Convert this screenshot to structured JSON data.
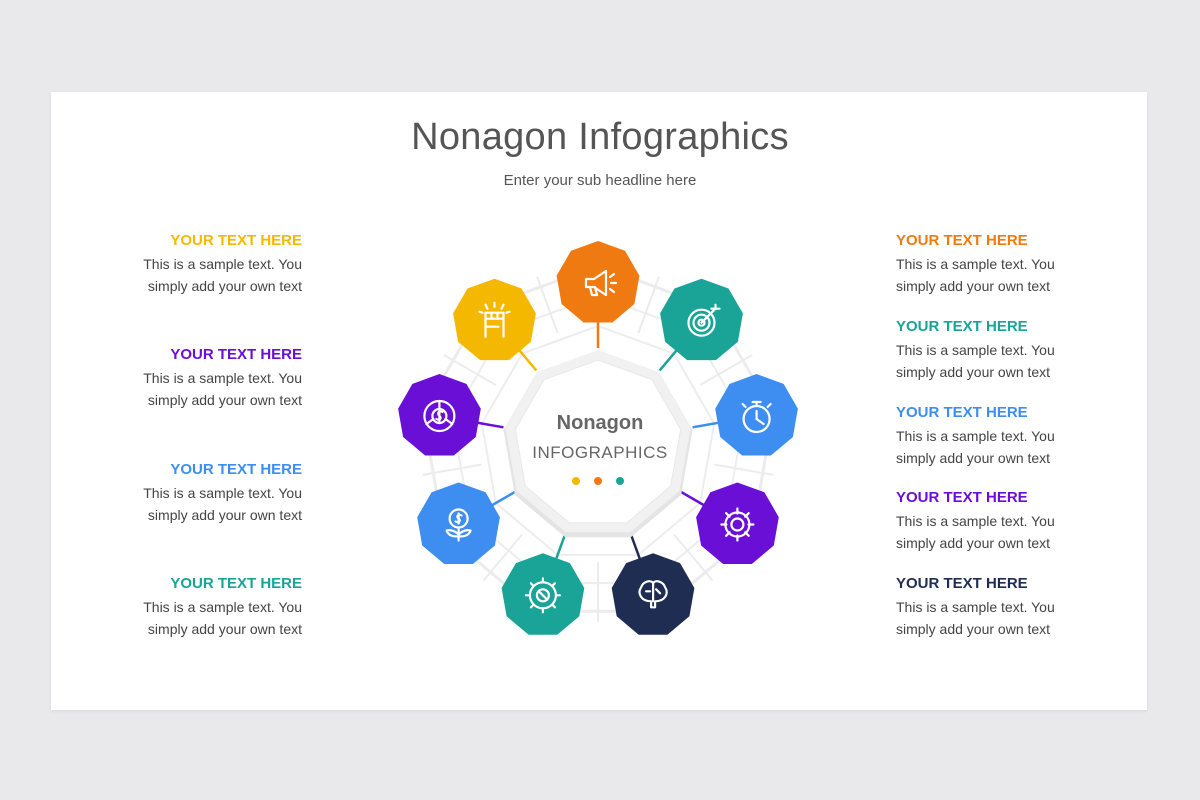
{
  "header": {
    "title": "Nonagon Infographics",
    "subtitle": "Enter your sub headline here"
  },
  "center": {
    "title": "Nonagon",
    "subtitle": "INFOGRAPHICS",
    "dot_colors": [
      "#f5b800",
      "#f07a12",
      "#1aa397"
    ]
  },
  "items_left": [
    {
      "heading": "YOUR TEXT HERE",
      "body": "This is a sample text. You simply add your own text",
      "color": "#f5b800"
    },
    {
      "heading": "YOUR TEXT HERE",
      "body": "This is a sample text. You simply add your own text",
      "color": "#6a0fd6"
    },
    {
      "heading": "YOUR TEXT HERE",
      "body": "This is a sample text. You simply add your own text",
      "color": "#3d8ef0"
    },
    {
      "heading": "YOUR TEXT HERE",
      "body": "This is a sample text. You simply add your own text",
      "color": "#1aa397"
    }
  ],
  "items_right": [
    {
      "heading": "YOUR TEXT HERE",
      "body": "This is a sample text. You simply add your own text",
      "color": "#f07a12"
    },
    {
      "heading": "YOUR TEXT HERE",
      "body": "This is a sample text. You simply add your own text",
      "color": "#1aa397"
    },
    {
      "heading": "YOUR TEXT HERE",
      "body": "This is a sample text. You simply add your own text",
      "color": "#3d8ef0"
    },
    {
      "heading": "YOUR TEXT HERE",
      "body": "This is a sample text. You simply add your own text",
      "color": "#6a0fd6"
    },
    {
      "heading": "YOUR TEXT HERE",
      "body": "This is a sample text. You simply add your own text",
      "color": "#1f2d52"
    }
  ],
  "nodes": [
    {
      "icon": "megaphone-icon",
      "color": "#f07a12"
    },
    {
      "icon": "target-icon",
      "color": "#1aa397"
    },
    {
      "icon": "stopwatch-icon",
      "color": "#3d8ef0"
    },
    {
      "icon": "gear-icon",
      "color": "#6a0fd6"
    },
    {
      "icon": "brain-icon",
      "color": "#1f2d52"
    },
    {
      "icon": "wrench-gear-icon",
      "color": "#1aa397"
    },
    {
      "icon": "money-plant-icon",
      "color": "#3d8ef0"
    },
    {
      "icon": "dollar-cycle-icon",
      "color": "#6a0fd6"
    },
    {
      "icon": "raised-fist-icon",
      "color": "#f5b800"
    }
  ]
}
